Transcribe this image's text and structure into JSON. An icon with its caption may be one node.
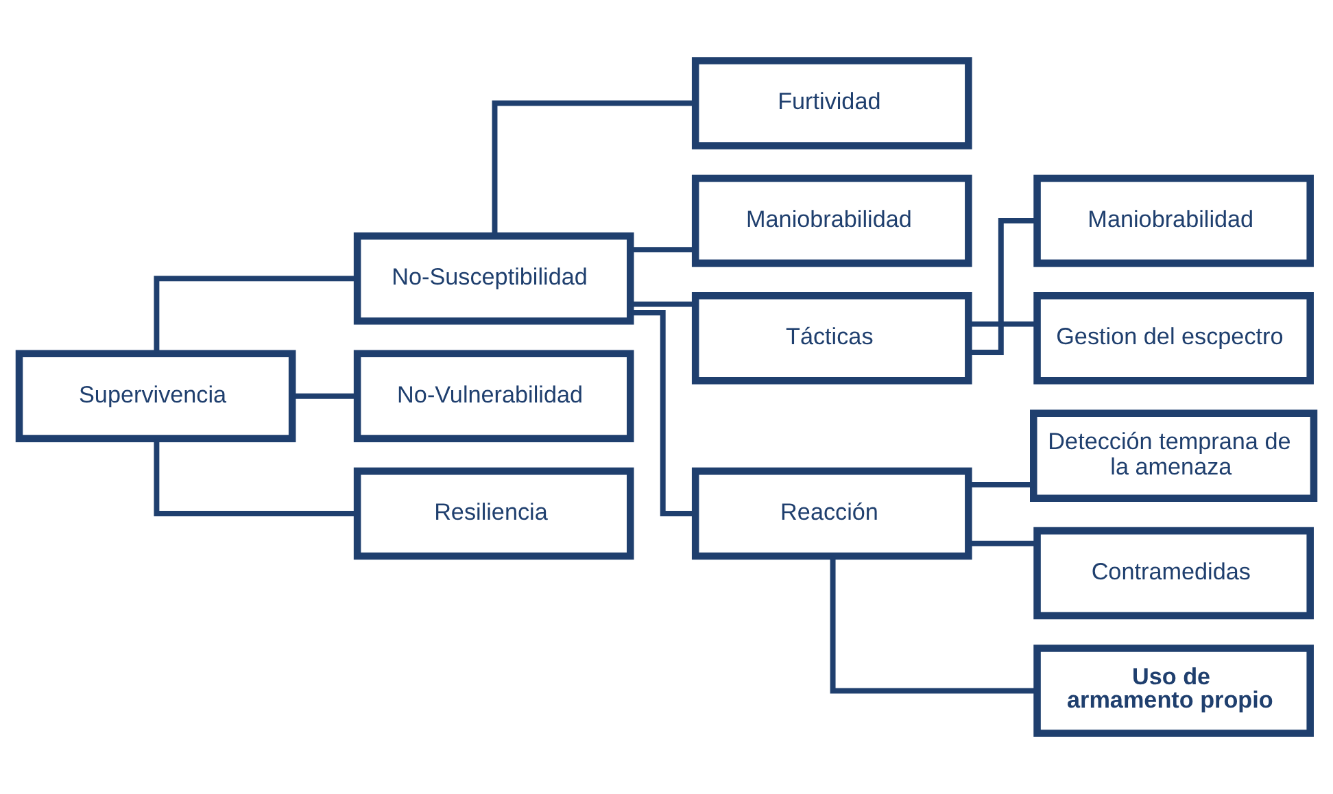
{
  "diagram": {
    "nodes": [
      {
        "text": [
          "Supervivencia"
        ]
      },
      {
        "text": [
          "No-Susceptibilidad"
        ]
      },
      {
        "text": [
          "No-Vulnerabilidad"
        ]
      },
      {
        "text": [
          "Resiliencia"
        ]
      },
      {
        "text": [
          "Furtividad"
        ]
      },
      {
        "text": [
          "Maniobrabilidad"
        ]
      },
      {
        "text": [
          "Tácticas"
        ]
      },
      {
        "text": [
          "Reacción"
        ]
      },
      {
        "text": [
          "Maniobrabilidad"
        ]
      },
      {
        "text": [
          "Gestion del escpectro"
        ]
      },
      {
        "text": [
          "Detección temprana de la amenaza"
        ]
      },
      {
        "text": [
          "Contramedidas"
        ]
      },
      {
        "text": [
          "Uso de armamento propio"
        ]
      }
    ],
    "edges": [
      {
        "from": 0,
        "to": 1,
        "arrow": "none"
      },
      {
        "from": 0,
        "to": 2,
        "arrow": "none"
      },
      {
        "from": 0,
        "to": 3,
        "arrow": "none"
      },
      {
        "from": 1,
        "to": 4,
        "arrow": "none"
      },
      {
        "from": 1,
        "to": 5,
        "arrow": "none"
      },
      {
        "from": 1,
        "to": 6,
        "arrow": "none"
      },
      {
        "from": 1,
        "to": 7,
        "arrow": "none"
      },
      {
        "from": 6,
        "to": 8,
        "arrow": "none"
      },
      {
        "from": 6,
        "to": 9,
        "arrow": "none"
      },
      {
        "from": 7,
        "to": 10,
        "arrow": "none"
      },
      {
        "from": 7,
        "to": 11,
        "arrow": "none"
      },
      {
        "from": 7,
        "to": 12,
        "arrow": "none"
      }
    ]
  }
}
